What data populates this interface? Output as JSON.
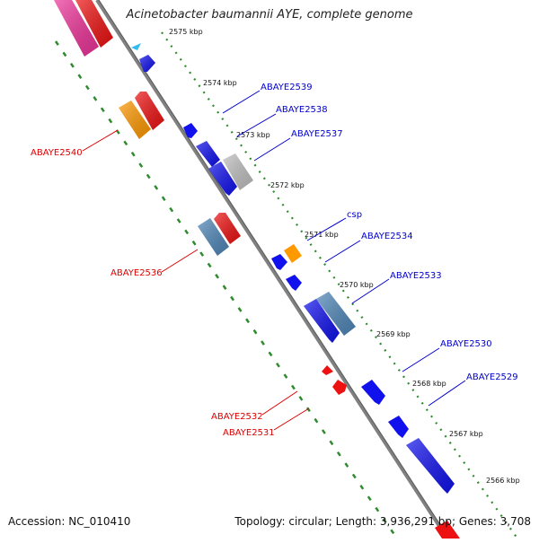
{
  "title": "Acinetobacter baumannii AYE, complete genome",
  "footer": {
    "accession": "Accession: NC_010410",
    "summary": "Topology: circular; Length: 3,936,291 bp; Genes: 3,708"
  },
  "colors": {
    "backbone": "#808080",
    "tick_dots": "#2e8b2e",
    "label_blue": "#0000cc",
    "label_red": "#dd0000",
    "gene_blue": "#1111ee",
    "gene_red": "#ee1111",
    "gene_orange": "#ff9900",
    "gene_steel": "#4f86b8",
    "gene_grey": "#c0c0c0",
    "gene_pink": "#ee3399",
    "gene_cyan": "#33bbee"
  },
  "ticks": [
    {
      "label": "2575 kbp"
    },
    {
      "label": "2574 kbp"
    },
    {
      "label": "2573 kbp"
    },
    {
      "label": "2572 kbp"
    },
    {
      "label": "2571 kbp"
    },
    {
      "label": "2570 kbp"
    },
    {
      "label": "2569 kbp"
    },
    {
      "label": "2568 kbp"
    },
    {
      "label": "2567 kbp"
    },
    {
      "label": "2566 kbp"
    }
  ],
  "gene_labels": {
    "ABAYE2539": "ABAYE2539",
    "ABAYE2538": "ABAYE2538",
    "ABAYE2537": "ABAYE2537",
    "csp": "csp",
    "ABAYE2534": "ABAYE2534",
    "ABAYE2533": "ABAYE2533",
    "ABAYE2530": "ABAYE2530",
    "ABAYE2529": "ABAYE2529",
    "ABAYE2540": "ABAYE2540",
    "ABAYE2536": "ABAYE2536",
    "ABAYE2532": "ABAYE2532",
    "ABAYE2531": "ABAYE2531"
  }
}
